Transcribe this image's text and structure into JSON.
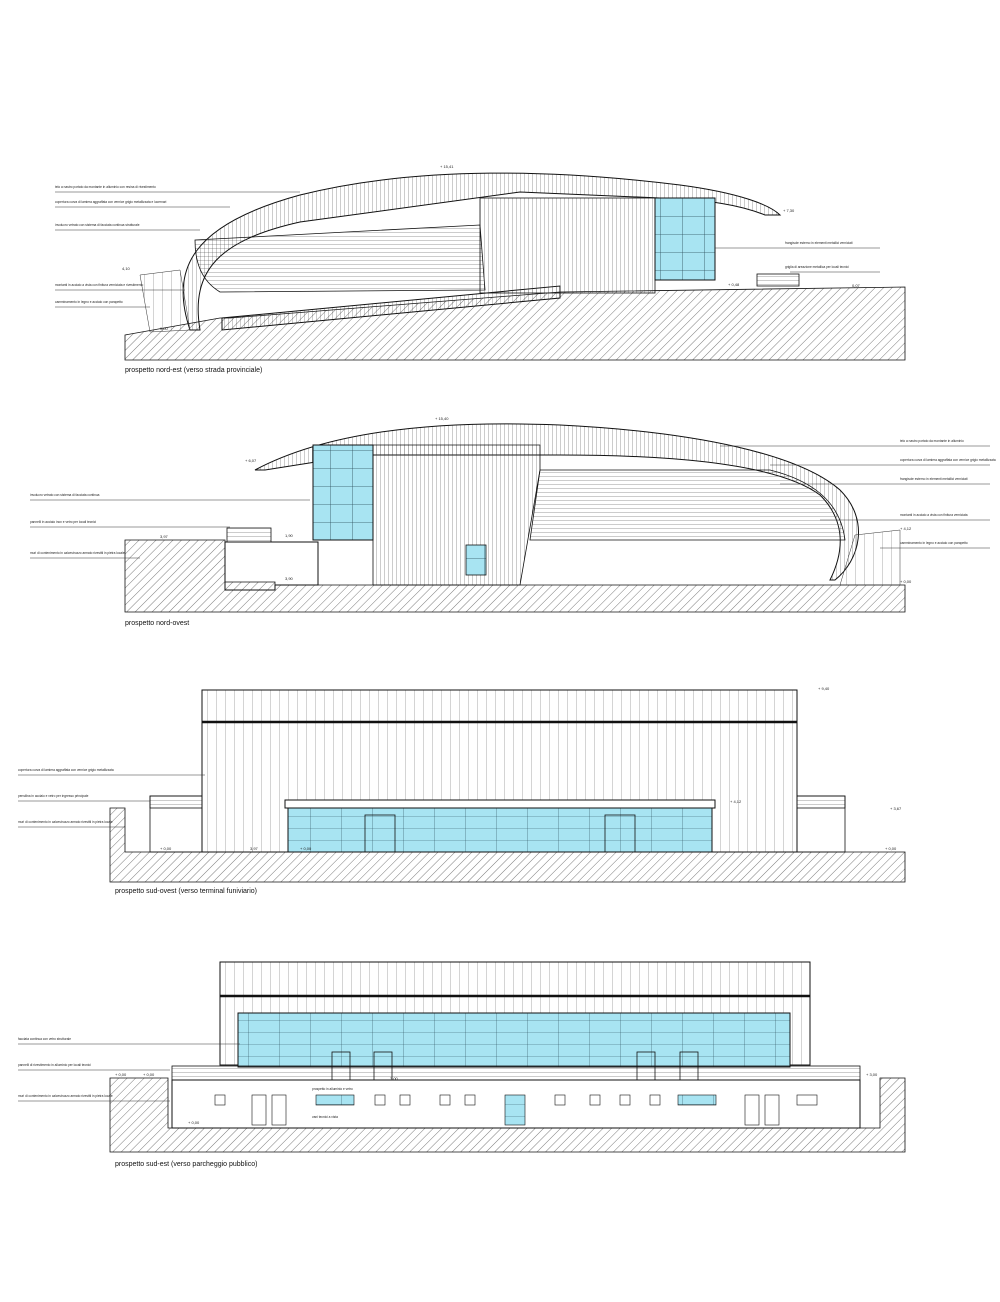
{
  "colors": {
    "glass": "#a8e4f2",
    "line": "#111111",
    "background": "#ffffff"
  },
  "elevations": [
    {
      "caption": "prospetto nord-est (verso strada provinciale)",
      "levels": {
        "top": "+ 15,41",
        "right": "+ 7,30",
        "ground_mid": "+ 0,48",
        "ground_right": "0,07",
        "left_high": "4,10",
        "left_low": "0,00"
      },
      "notes_left": [
        "telo a nastro portato da montante in alluminio con resina di rivestimento",
        "copertura curva di lamiera aggraffata con vernice grigio metallizzata e lucernari",
        "involucro vetrato con sistema di facciata continua strutturale",
        "montanti in acciaio a vista con finitura verniciata e rivestimento",
        "camminamento in legno e acciaio con parapetto"
      ],
      "notes_right": [
        "frangisole esterno in elementi metallici verniciati",
        "griglia di areazione metallica per locali tecnici"
      ]
    },
    {
      "caption": "prospetto nord-ovest",
      "levels": {
        "top": "+ 15,40",
        "left": "+ 6,07",
        "mid_left": "3,97",
        "door": "1,90",
        "base": "3,90",
        "right_high": "+ 4,12",
        "right_low": "+ 0,00"
      },
      "notes_left": [
        "involucro vetrato con sistema di facciata continua",
        "pannelli in acciaio inox e vetro per locali tecnici",
        "muri di contenimento in calcestruzzo armato rivestiti in pietra locale"
      ],
      "notes_right": [
        "telo a nastro portato da montante in alluminio",
        "copertura curva di lamiera aggraffata con vernice grigio metallizzata",
        "frangisole esterno in elementi metallici verniciati",
        "montanti in acciaio a vista con finitura verniciata",
        "camminamento in legno e acciaio con parapetto"
      ]
    },
    {
      "caption": "prospetto sud-ovest (verso terminal funiviario)",
      "levels": {
        "top": "+ 9,40",
        "canopy": "+ 4,12",
        "right": "+ 3,67",
        "left_ground": "+ 0,00",
        "door": "+ 0,00",
        "right_ground": "+ 0,00",
        "mid": "3,97"
      },
      "notes_left": [
        "copertura curva di lamiera aggraffata con vernice grigio metallizzata",
        "pensilina in acciaio e vetro per ingresso principale",
        "muri di contenimento in calcestruzzo armato rivestiti in pietra locale"
      ],
      "notes_right": []
    },
    {
      "caption": "prospetto sud-est (verso parcheggio pubblico)",
      "levels": {
        "left": "+ 0,00",
        "left2": "+ 0,00",
        "right": "+ 3,00",
        "bottom": "+ 0,00",
        "mid": "3,00"
      },
      "notes_left": [
        "facciata continua con vetro strutturale",
        "pannelli di rivestimento in alluminio per locali tecnici",
        "muri di contenimento in calcestruzzo armato rivestiti in pietra locale"
      ],
      "notes_right": [
        "prospetto in alluminio e vetro",
        "vani tecnici a vista"
      ]
    }
  ]
}
